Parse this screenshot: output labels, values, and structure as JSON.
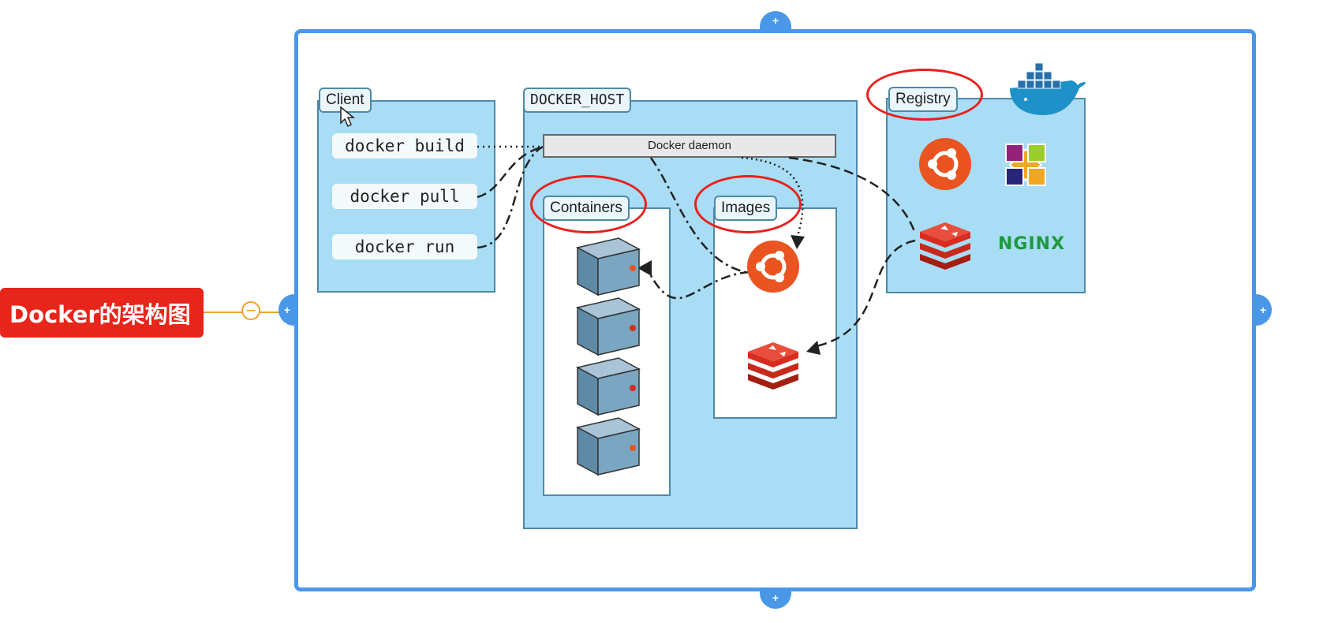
{
  "topic": {
    "label": "Docker的架构图"
  },
  "collapse": {
    "symbol": "−"
  },
  "handles": {
    "symbol": "+"
  },
  "client": {
    "title": "Client",
    "commands": [
      "docker build",
      "docker pull",
      "docker run"
    ]
  },
  "docker_host": {
    "title": "DOCKER_HOST",
    "daemon": "Docker daemon",
    "containers_title": "Containers",
    "images_title": "Images"
  },
  "registry": {
    "title": "Registry",
    "nginx_label": "NGINX"
  },
  "colors": {
    "topic": "#e8251b",
    "frame": "#4a97e8",
    "panel": "#a9dcf5",
    "highlight": "#e8201b",
    "ubuntu": "#e95420",
    "redis": "#d82c20"
  }
}
